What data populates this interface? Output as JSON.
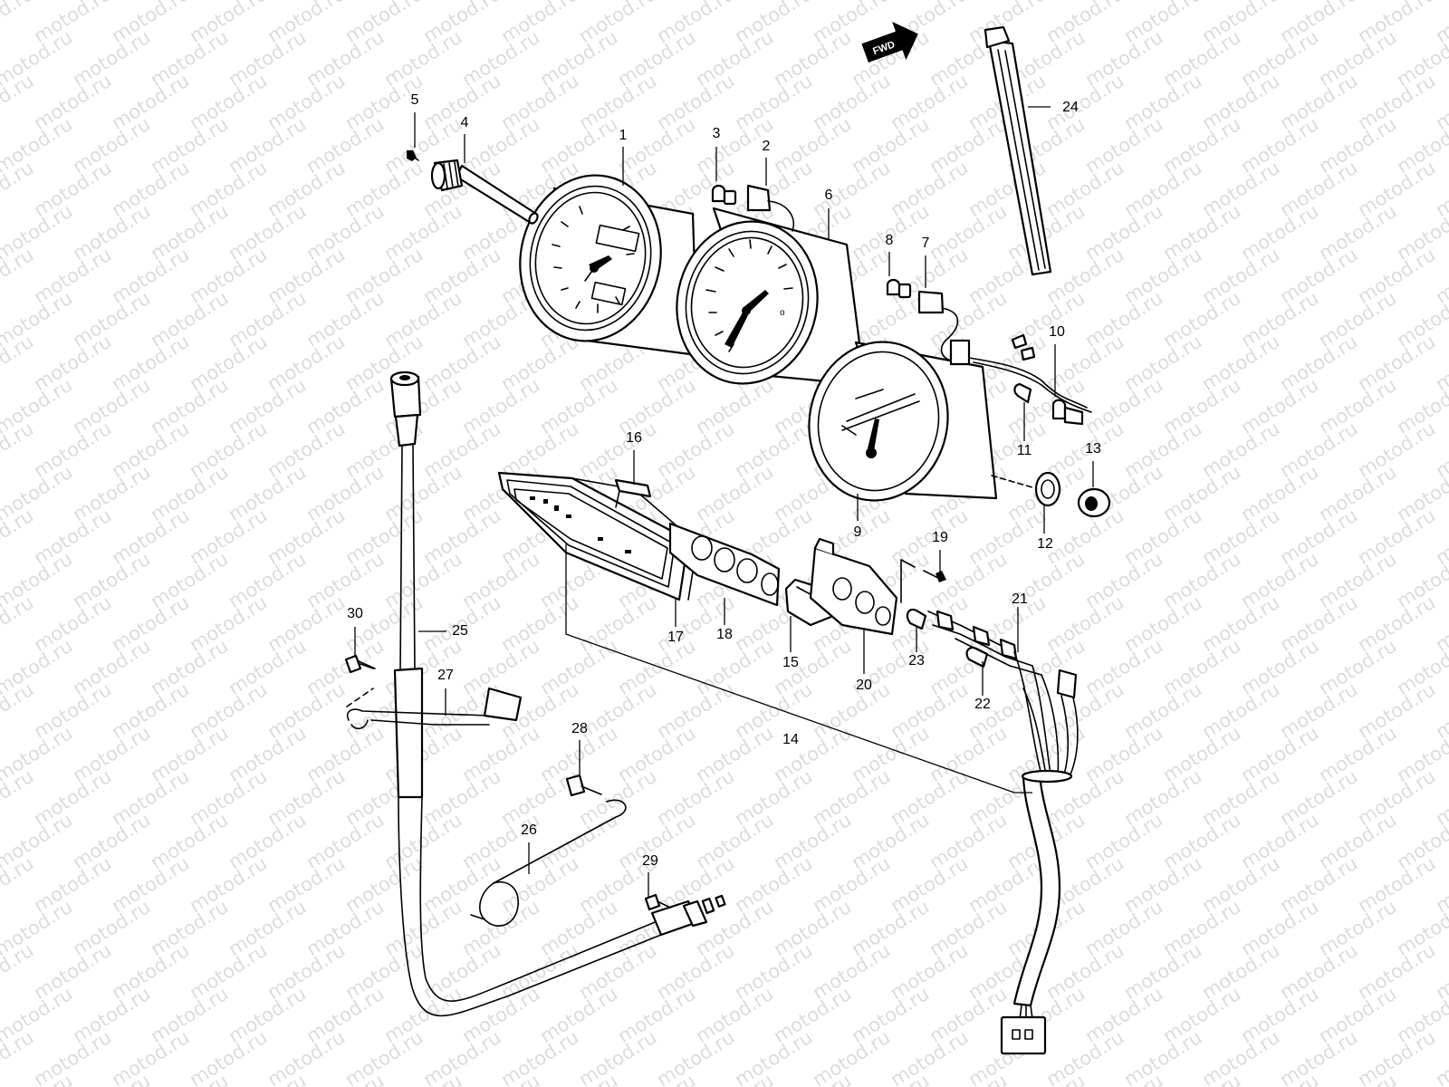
{
  "watermark": "motod.ru",
  "direction_badge": "FWD",
  "callouts": [
    "1",
    "2",
    "3",
    "4",
    "5",
    "6",
    "7",
    "8",
    "9",
    "10",
    "11",
    "12",
    "13",
    "14",
    "15",
    "16",
    "17",
    "18",
    "19",
    "20",
    "21",
    "22",
    "23",
    "24",
    "25",
    "26",
    "27",
    "28",
    "29",
    "30"
  ],
  "palette": {
    "line": "#000000",
    "background": "#ffffff",
    "watermark": "#dcdcdc"
  }
}
